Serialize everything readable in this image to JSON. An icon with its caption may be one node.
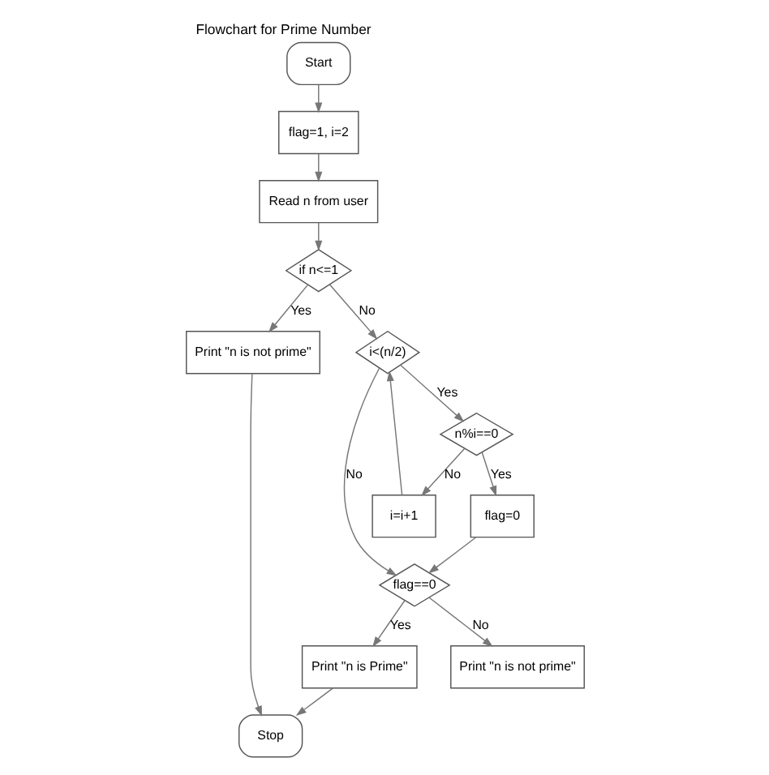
{
  "diagram": {
    "title": "Flowchart for Prime Number",
    "nodes": [
      {
        "text": [
          "Start"
        ]
      },
      {
        "text": [
          "flag=1, i=2"
        ]
      },
      {
        "text": [
          "Read n from user"
        ]
      },
      {
        "text": [
          "if n<=1"
        ]
      },
      {
        "text": [
          "Print \"n is not prime\""
        ]
      },
      {
        "text": [
          "i<(n/2)"
        ]
      },
      {
        "text": [
          "n%i==0"
        ]
      },
      {
        "text": [
          "flag=0"
        ]
      },
      {
        "text": [
          "i=i+1"
        ]
      },
      {
        "text": [
          "flag==0"
        ]
      },
      {
        "text": [
          "Print \"n is not prime\""
        ]
      },
      {
        "text": [
          "Print \"n is Prime\""
        ]
      },
      {
        "text": [
          "Stop"
        ]
      }
    ],
    "edges": [
      {
        "from": 0,
        "to": 1,
        "arrow": "to"
      },
      {
        "from": 1,
        "to": 2,
        "arrow": "to"
      },
      {
        "from": 2,
        "to": 3,
        "arrow": "to"
      },
      {
        "from": 3,
        "to": 4,
        "arrow": "to",
        "label": "Yes"
      },
      {
        "from": 3,
        "to": 5,
        "arrow": "to",
        "label": "No"
      },
      {
        "from": 5,
        "to": 6,
        "arrow": "to",
        "label": "Yes"
      },
      {
        "from": 5,
        "to": 9,
        "arrow": "to",
        "label": "No"
      },
      {
        "from": 6,
        "to": 7,
        "arrow": "to",
        "label": "Yes"
      },
      {
        "from": 6,
        "to": 8,
        "arrow": "to",
        "label": "No"
      },
      {
        "from": 8,
        "to": 5,
        "arrow": "to"
      },
      {
        "from": 7,
        "to": 9,
        "arrow": "to"
      },
      {
        "from": 9,
        "to": 10,
        "arrow": "to",
        "label": "No"
      },
      {
        "from": 9,
        "to": 11,
        "arrow": "to",
        "label": "Yes"
      },
      {
        "from": 4,
        "to": 12,
        "arrow": "to"
      },
      {
        "from": 11,
        "to": 12,
        "arrow": "to"
      }
    ]
  }
}
